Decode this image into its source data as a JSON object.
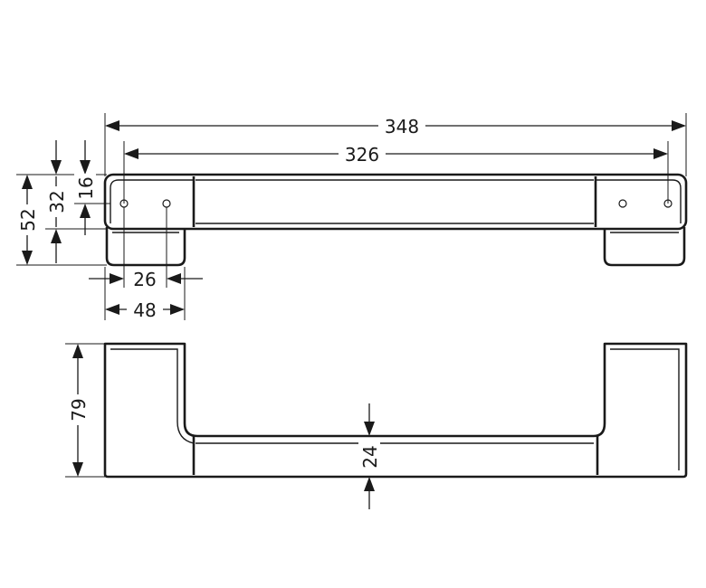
{
  "dimensions": {
    "overall_length": "348",
    "centre_distance": "326",
    "mount_height": "52",
    "plate_height": "32",
    "offset_top": "16",
    "hole_spacing": "26",
    "mount_width": "48",
    "projection": "79",
    "bar_thickness": "24"
  }
}
